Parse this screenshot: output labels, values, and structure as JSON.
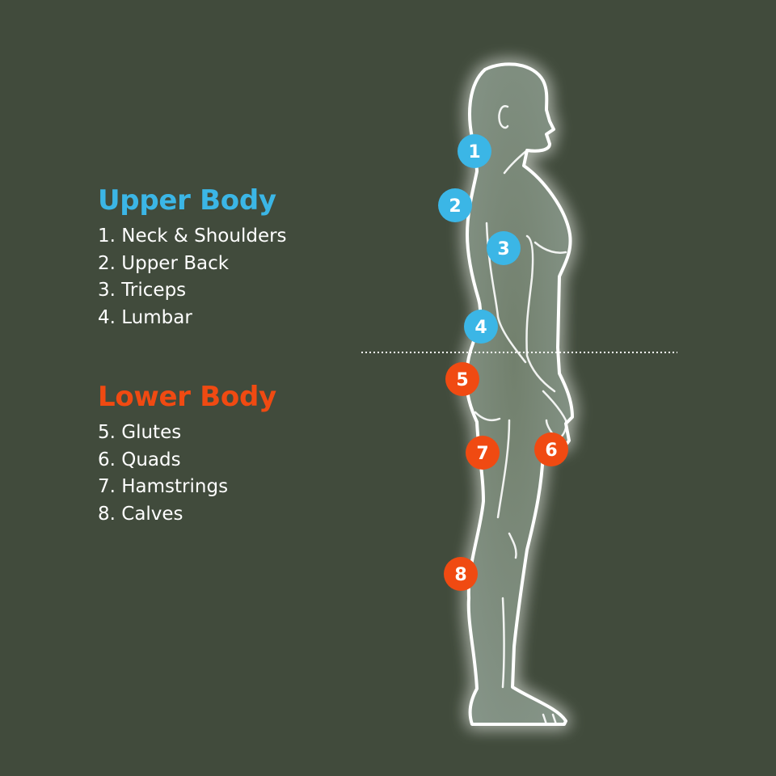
{
  "colors": {
    "background": "#414b3c",
    "upper": "#3bb6e6",
    "lower": "#f04a12",
    "body_fill": "#7f8f7a",
    "outline": "#ffffff"
  },
  "upper": {
    "title": "Upper Body",
    "items": [
      {
        "num": "1",
        "label": "1. Neck & Shoulders"
      },
      {
        "num": "2",
        "label": "2. Upper Back"
      },
      {
        "num": "3",
        "label": "3. Triceps"
      },
      {
        "num": "4",
        "label": "4. Lumbar"
      }
    ]
  },
  "lower": {
    "title": "Lower Body",
    "items": [
      {
        "num": "5",
        "label": "5. Glutes"
      },
      {
        "num": "6",
        "label": "6. Quads"
      },
      {
        "num": "7",
        "label": "7. Hamstrings"
      },
      {
        "num": "8",
        "label": "8. Calves"
      }
    ]
  }
}
